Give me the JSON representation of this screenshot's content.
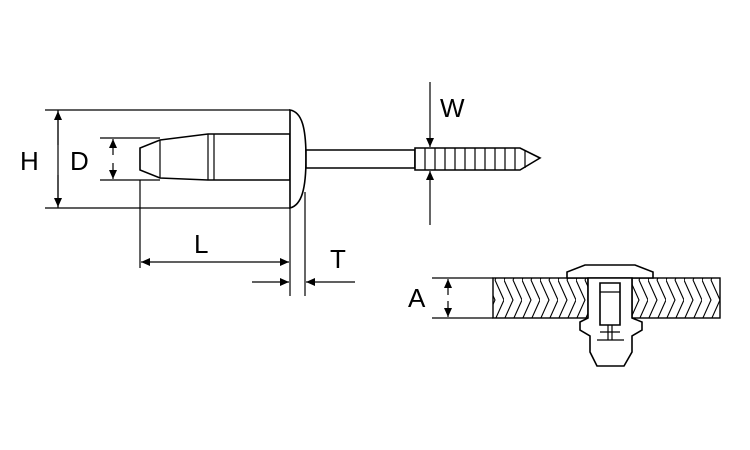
{
  "diagram": {
    "dimensions": {
      "H": "H",
      "D": "D",
      "L": "L",
      "T": "T",
      "W": "W",
      "A": "A"
    }
  }
}
